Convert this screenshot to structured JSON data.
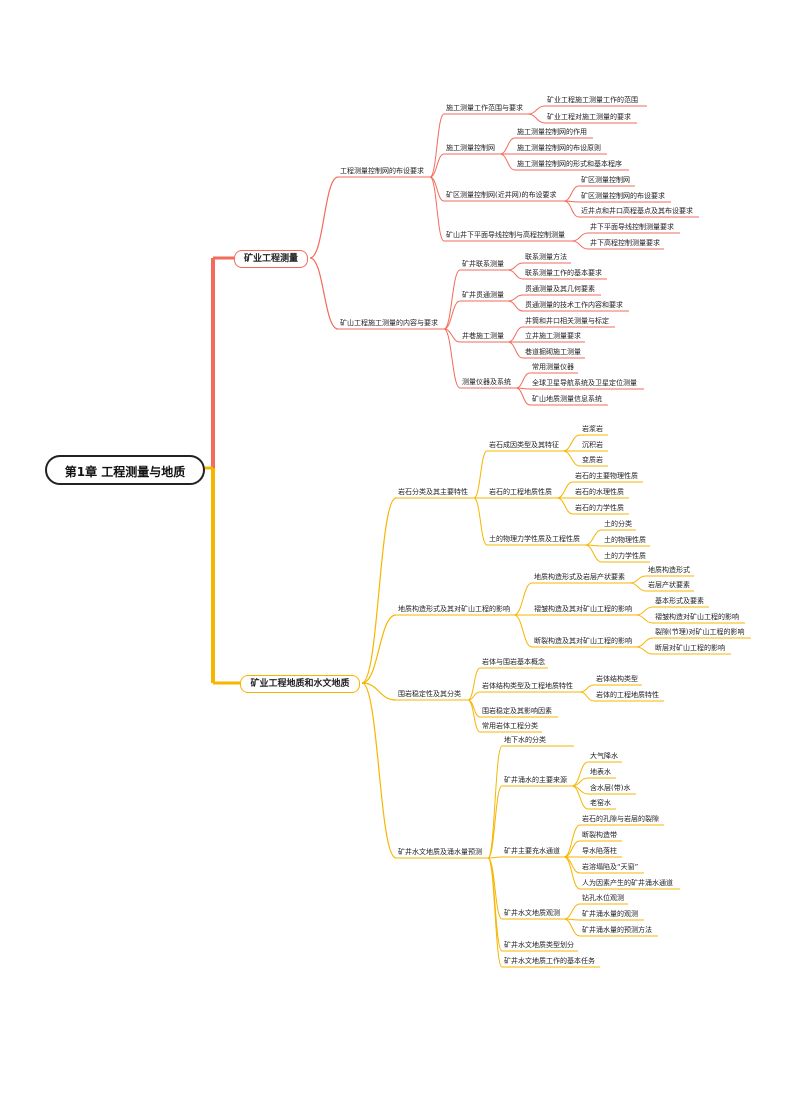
{
  "root": {
    "label": "第1章 工程测量与地质"
  },
  "colors": {
    "branch_a": "#f26b5b",
    "branch_b": "#f7b500",
    "text": "#222222"
  },
  "branches": [
    {
      "label": "矿业工程测量",
      "color": "#f26b5b",
      "children": [
        {
          "label": "工程测量控制网的布设要求",
          "children": [
            {
              "label": "施工测量工作范围与要求",
              "children": [
                {
                  "label": "矿业工程施工测量工作的范围"
                },
                {
                  "label": "矿业工程对施工测量的要求"
                }
              ]
            },
            {
              "label": "施工测量控制网",
              "children": [
                {
                  "label": "施工测量控制网的作用"
                },
                {
                  "label": "施工测量控制网的布设原则"
                },
                {
                  "label": "施工测量控制网的形式和基本程序"
                }
              ]
            },
            {
              "label": "矿区测量控制网(近井网)的布设要求",
              "children": [
                {
                  "label": "矿区测量控制网"
                },
                {
                  "label": "矿区测量控制网的布设要求"
                },
                {
                  "label": "近井点和井口高程基点及其布设要求"
                }
              ]
            },
            {
              "label": "矿山井下平面导线控制与高程控制测量",
              "children": [
                {
                  "label": "井下平面导线控制测量要求"
                },
                {
                  "label": "井下高程控制测量要求"
                }
              ]
            }
          ]
        },
        {
          "label": "矿山工程施工测量的内容与要求",
          "children": [
            {
              "label": "矿井联系测量",
              "children": [
                {
                  "label": "联系测量方法"
                },
                {
                  "label": "联系测量工作的基本要求"
                }
              ]
            },
            {
              "label": "矿井贯通测量",
              "children": [
                {
                  "label": "贯通测量及其几何要素"
                },
                {
                  "label": "贯通测量的技术工作内容和要求"
                }
              ]
            },
            {
              "label": "井巷施工测量",
              "children": [
                {
                  "label": "井筒和井口相关测量与标定"
                },
                {
                  "label": "立井施工测量要求"
                },
                {
                  "label": "巷道掘砌施工测量"
                }
              ]
            },
            {
              "label": "测量仪器及系统",
              "children": [
                {
                  "label": "常用测量仪器"
                },
                {
                  "label": "全球卫星导航系统及卫星定位测量"
                },
                {
                  "label": "矿山地质测量信息系统"
                }
              ]
            }
          ]
        }
      ]
    },
    {
      "label": "矿业工程地质和水文地质",
      "color": "#f7b500",
      "children": [
        {
          "label": "岩石分类及其主要特性",
          "children": [
            {
              "label": "岩石成因类型及其特征",
              "children": [
                {
                  "label": "岩浆岩"
                },
                {
                  "label": "沉积岩"
                },
                {
                  "label": "变质岩"
                }
              ]
            },
            {
              "label": "岩石的工程地质性质",
              "children": [
                {
                  "label": "岩石的主要物理性质"
                },
                {
                  "label": "岩石的水理性质"
                },
                {
                  "label": "岩石的力学性质"
                }
              ]
            },
            {
              "label": "土的物理力学性质及工程性质",
              "children": [
                {
                  "label": "土的分类"
                },
                {
                  "label": "土的物理性质"
                },
                {
                  "label": "土的力学性质"
                }
              ]
            }
          ]
        },
        {
          "label": "地质构造形式及其对矿山工程的影响",
          "children": [
            {
              "label": "地质构造形式及岩层产状要素",
              "children": [
                {
                  "label": "地质构造形式"
                },
                {
                  "label": "岩层产状要素"
                }
              ]
            },
            {
              "label": "褶皱构造及其对矿山工程的影响",
              "children": [
                {
                  "label": "基本形式及要素"
                },
                {
                  "label": "褶皱构造对矿山工程的影响"
                }
              ]
            },
            {
              "label": "断裂构造及其对矿山工程的影响",
              "children": [
                {
                  "label": "裂隙(节理)对矿山工程的影响"
                },
                {
                  "label": "断层对矿山工程的影响"
                }
              ]
            }
          ]
        },
        {
          "label": "围岩稳定性及其分类",
          "children": [
            {
              "label": "岩体与围岩基本概念"
            },
            {
              "label": "岩体结构类型及工程地质特性",
              "children": [
                {
                  "label": "岩体结构类型"
                },
                {
                  "label": "岩体的工程地质特性"
                }
              ]
            },
            {
              "label": "围岩稳定及其影响因素"
            },
            {
              "label": "常用岩体工程分类"
            }
          ]
        },
        {
          "label": "矿井水文地质及涌水量预测",
          "children": [
            {
              "label": "地下水的分类"
            },
            {
              "label": "矿井涌水的主要来源",
              "children": [
                {
                  "label": "大气降水"
                },
                {
                  "label": "地表水"
                },
                {
                  "label": "含水层(带)水"
                },
                {
                  "label": "老窑水"
                }
              ]
            },
            {
              "label": "矿井主要充水通道",
              "children": [
                {
                  "label": "岩石的孔隙与岩层的裂隙"
                },
                {
                  "label": "断裂构造带"
                },
                {
                  "label": "导水陷落柱"
                },
                {
                  "label": "岩溶塌陷及“天窗”"
                },
                {
                  "label": "人为因素产生的矿井涌水通道"
                }
              ]
            },
            {
              "label": "矿井水文地质观测",
              "children": [
                {
                  "label": "钻孔水位观测"
                },
                {
                  "label": "矿井涌水量的观测"
                },
                {
                  "label": "矿井涌水量的预测方法"
                }
              ]
            },
            {
              "label": "矿井水文地质类型划分"
            },
            {
              "label": "矿井水文地质工作的基本任务"
            }
          ]
        }
      ]
    }
  ]
}
